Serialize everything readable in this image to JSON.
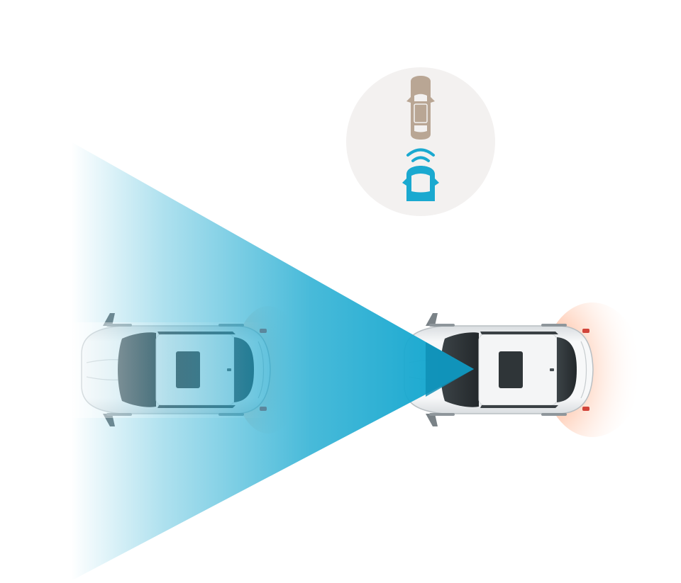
{
  "diagram": {
    "colors": {
      "background": "#ffffff",
      "sensor_beam": "#1aa9d0",
      "badge_background": "#f3f1f0",
      "lead_car_icon": "#b9a694",
      "own_car_icon": "#1aa9d0",
      "brake_glow": "#ff6a2a",
      "car_body": "#f4f5f6",
      "glass": "#2d3236"
    },
    "icons": {
      "badge": "forward-collision-alert-badge-icon",
      "lead_car": "lead-car-icon",
      "signal": "radar-signal-icon",
      "own_car": "own-car-icon"
    },
    "vehicles": [
      {
        "role": "own-car",
        "sensor": "front-radar"
      },
      {
        "role": "lead-car",
        "state": "braking"
      }
    ]
  }
}
